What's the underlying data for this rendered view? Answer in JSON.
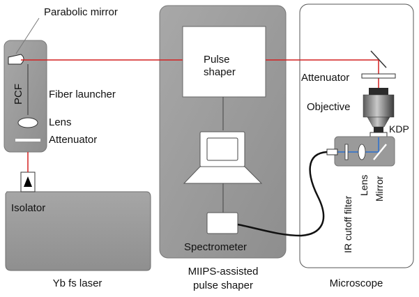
{
  "labels": {
    "parabolic_mirror": "Parabolic mirror",
    "pcf": "PCF",
    "fiber_launcher": "Fiber launcher",
    "lens_left": "Lens",
    "attenuator_left": "Attenuator",
    "isolator": "Isolator",
    "pulse_shaper_line1": "Pulse",
    "pulse_shaper_line2": "shaper",
    "spectrometer": "Spectrometer",
    "attenuator_right": "Attenuator",
    "objective": "Objective",
    "kdp": "KDP",
    "ir_cutoff_filter": "IR cutoff filter",
    "lens_right": "Lens",
    "mirror": "Mirror"
  },
  "captions": {
    "laser": "Yb fs laser",
    "miips_line1": "MIIPS-assisted",
    "miips_line2": "pulse shaper",
    "microscope": "Microscope"
  },
  "colors": {
    "beam_red": "#d42020",
    "beam_blue": "#2a6fd0",
    "panel_gray": "#9c9c9c",
    "panel_dark": "#7e7e7e",
    "fiber_black": "#111111"
  }
}
